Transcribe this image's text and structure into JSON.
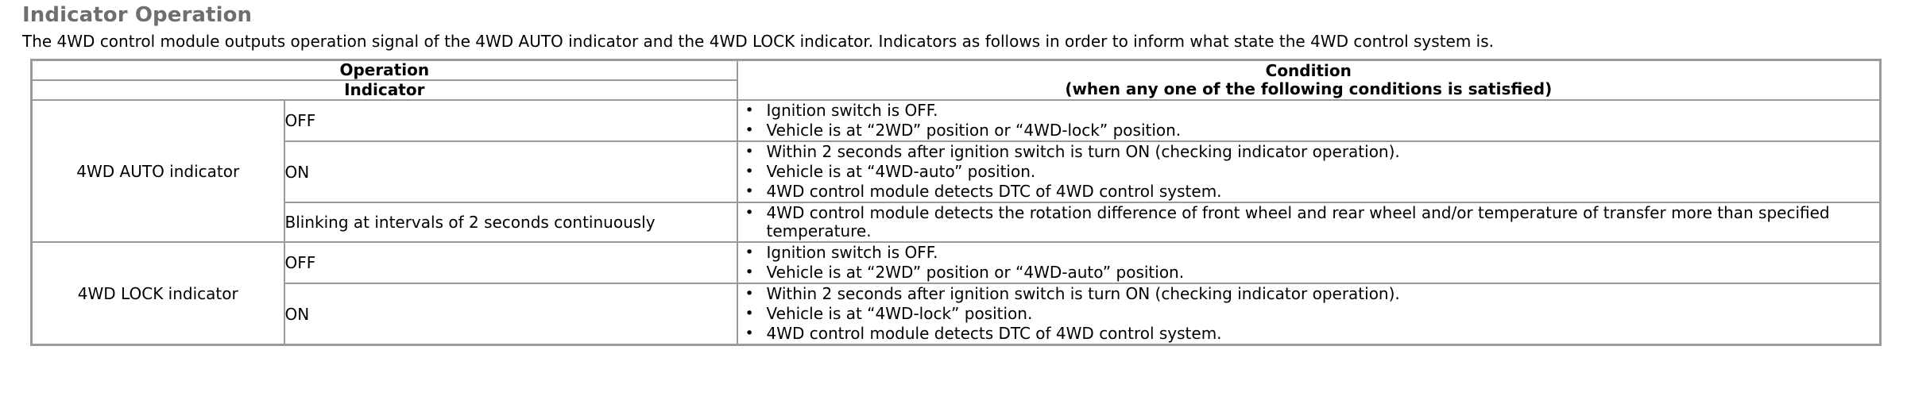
{
  "page": {
    "title": "Indicator Operation",
    "intro": "The 4WD control module outputs operation signal of the 4WD AUTO indicator and the 4WD LOCK indicator. Indicators as follows in order to inform what state the 4WD control system is.",
    "title_color": "#6e6e6e",
    "border_color": "#9a9a9a",
    "background_color": "#ffffff"
  },
  "table": {
    "headers": {
      "operation": "Operation",
      "indicator": "Indicator",
      "condition_title": "Condition",
      "condition_subtitle": "(when any one of the following conditions is satisfied)"
    },
    "groups": [
      {
        "name": "4WD AUTO indicator",
        "rows": [
          {
            "indicator": "OFF",
            "conditions": [
              "Ignition switch is OFF.",
              "Vehicle is at “2WD” position or “4WD-lock” position."
            ]
          },
          {
            "indicator": "ON",
            "conditions": [
              "Within 2 seconds after ignition switch is turn ON (checking indicator operation).",
              "Vehicle is at “4WD-auto” position.",
              "4WD control module detects DTC of 4WD control system."
            ]
          },
          {
            "indicator": "Blinking at intervals of 2 seconds continuously",
            "conditions": [
              "4WD control module detects the rotation difference of front wheel and rear wheel and/or temperature of transfer more than specified temperature."
            ]
          }
        ]
      },
      {
        "name": "4WD LOCK indicator",
        "rows": [
          {
            "indicator": "OFF",
            "conditions": [
              "Ignition switch is OFF.",
              "Vehicle is at “2WD” position or “4WD-auto” position."
            ]
          },
          {
            "indicator": "ON",
            "conditions": [
              "Within 2 seconds after ignition switch is turn ON (checking indicator operation).",
              "Vehicle is at “4WD-lock” position.",
              "4WD control module detects DTC of 4WD control system."
            ]
          }
        ]
      }
    ]
  }
}
